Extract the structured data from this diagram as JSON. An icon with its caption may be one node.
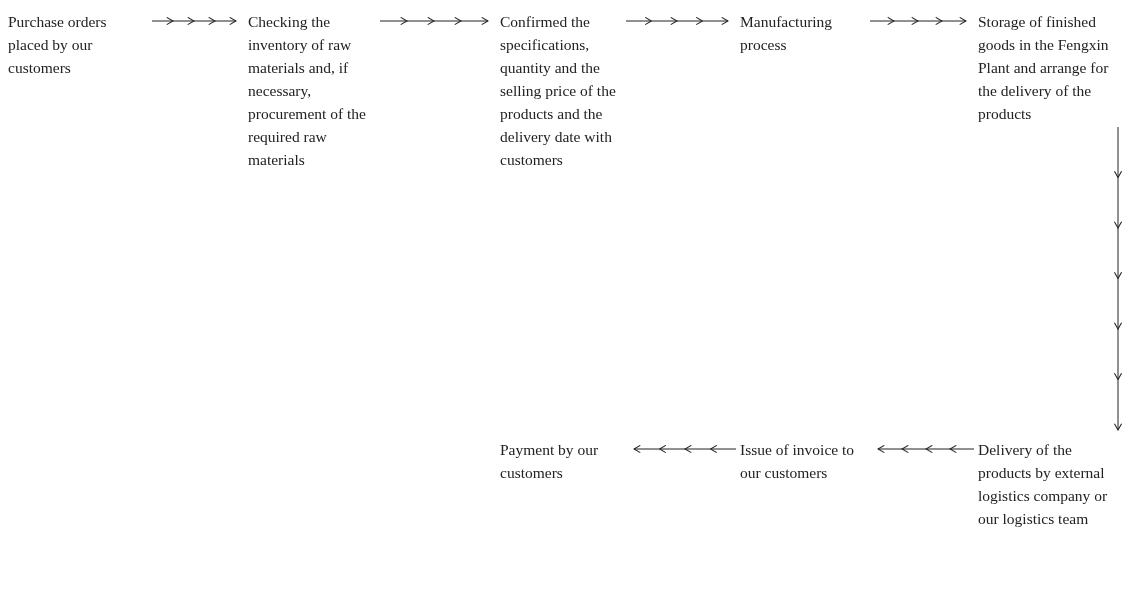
{
  "diagram": {
    "nodes": [
      {
        "text": [
          "Purchase orders placed by our customers"
        ]
      },
      {
        "text": [
          "Checking the inventory of raw materials and, if necessary, procurement of the required raw materials"
        ]
      },
      {
        "text": [
          "Confirmed the specifications, quantity and the selling price of the products and the delivery date with customers"
        ]
      },
      {
        "text": [
          "Manufacturing process"
        ]
      },
      {
        "text": [
          "Storage of finished goods in the Fengxin Plant and arrange for the delivery of the products"
        ]
      },
      {
        "text": [
          "Payment by our customers"
        ]
      },
      {
        "text": [
          "Issue of invoice to our customers"
        ]
      },
      {
        "text": [
          "Delivery of the products by external logistics company or our logistics team"
        ]
      }
    ],
    "edges": [
      {
        "from": 0,
        "to": 1,
        "arrow": "to"
      },
      {
        "from": 1,
        "to": 2,
        "arrow": "to"
      },
      {
        "from": 2,
        "to": 3,
        "arrow": "to"
      },
      {
        "from": 3,
        "to": 4,
        "arrow": "to"
      },
      {
        "from": 4,
        "to": 7,
        "arrow": "to"
      },
      {
        "from": 7,
        "to": 6,
        "arrow": "to"
      },
      {
        "from": 6,
        "to": 5,
        "arrow": "to"
      }
    ]
  }
}
